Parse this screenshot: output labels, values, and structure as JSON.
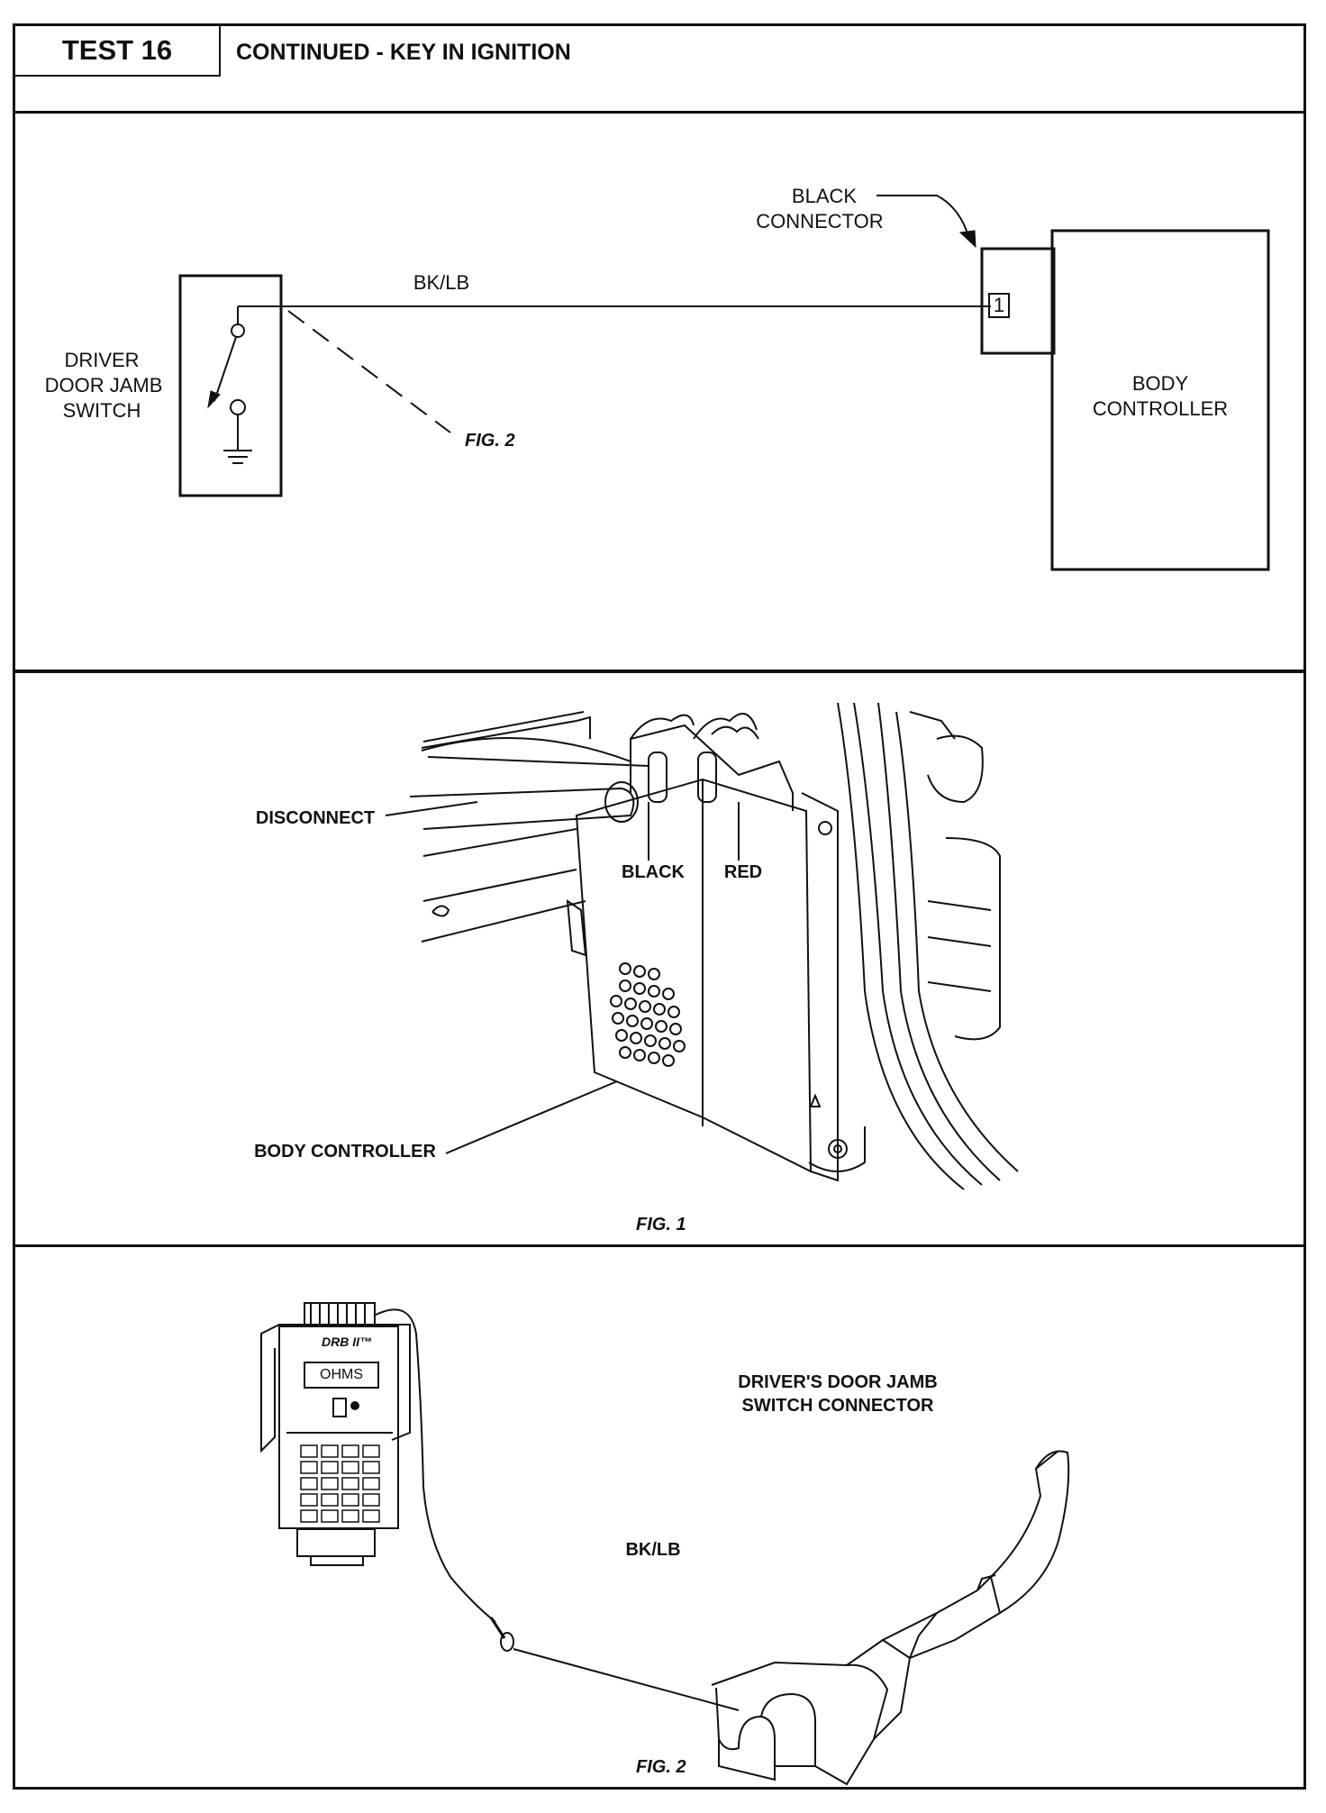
{
  "header": {
    "test_label": "TEST 16",
    "title": "CONTINUED - KEY IN IGNITION"
  },
  "schematic": {
    "switch_label_1": "DRIVER",
    "switch_label_2": "DOOR JAMB",
    "switch_label_3": "SWITCH",
    "wire_label": "BK/LB",
    "connector_label_1": "BLACK",
    "connector_label_2": "CONNECTOR",
    "pin": "1",
    "controller_label_1": "BODY",
    "controller_label_2": "CONTROLLER",
    "fig_ref": "FIG. 2"
  },
  "fig1": {
    "disconnect": "DISCONNECT",
    "black": "BLACK",
    "red": "RED",
    "body_controller": "BODY CONTROLLER",
    "caption": "FIG. 1"
  },
  "fig2": {
    "tester_brand": "DRB II™",
    "tester_display": "OHMS",
    "connector_label_1": "DRIVER'S DOOR JAMB",
    "connector_label_2": "SWITCH CONNECTOR",
    "wire_label": "BK/LB",
    "caption": "FIG. 2"
  }
}
